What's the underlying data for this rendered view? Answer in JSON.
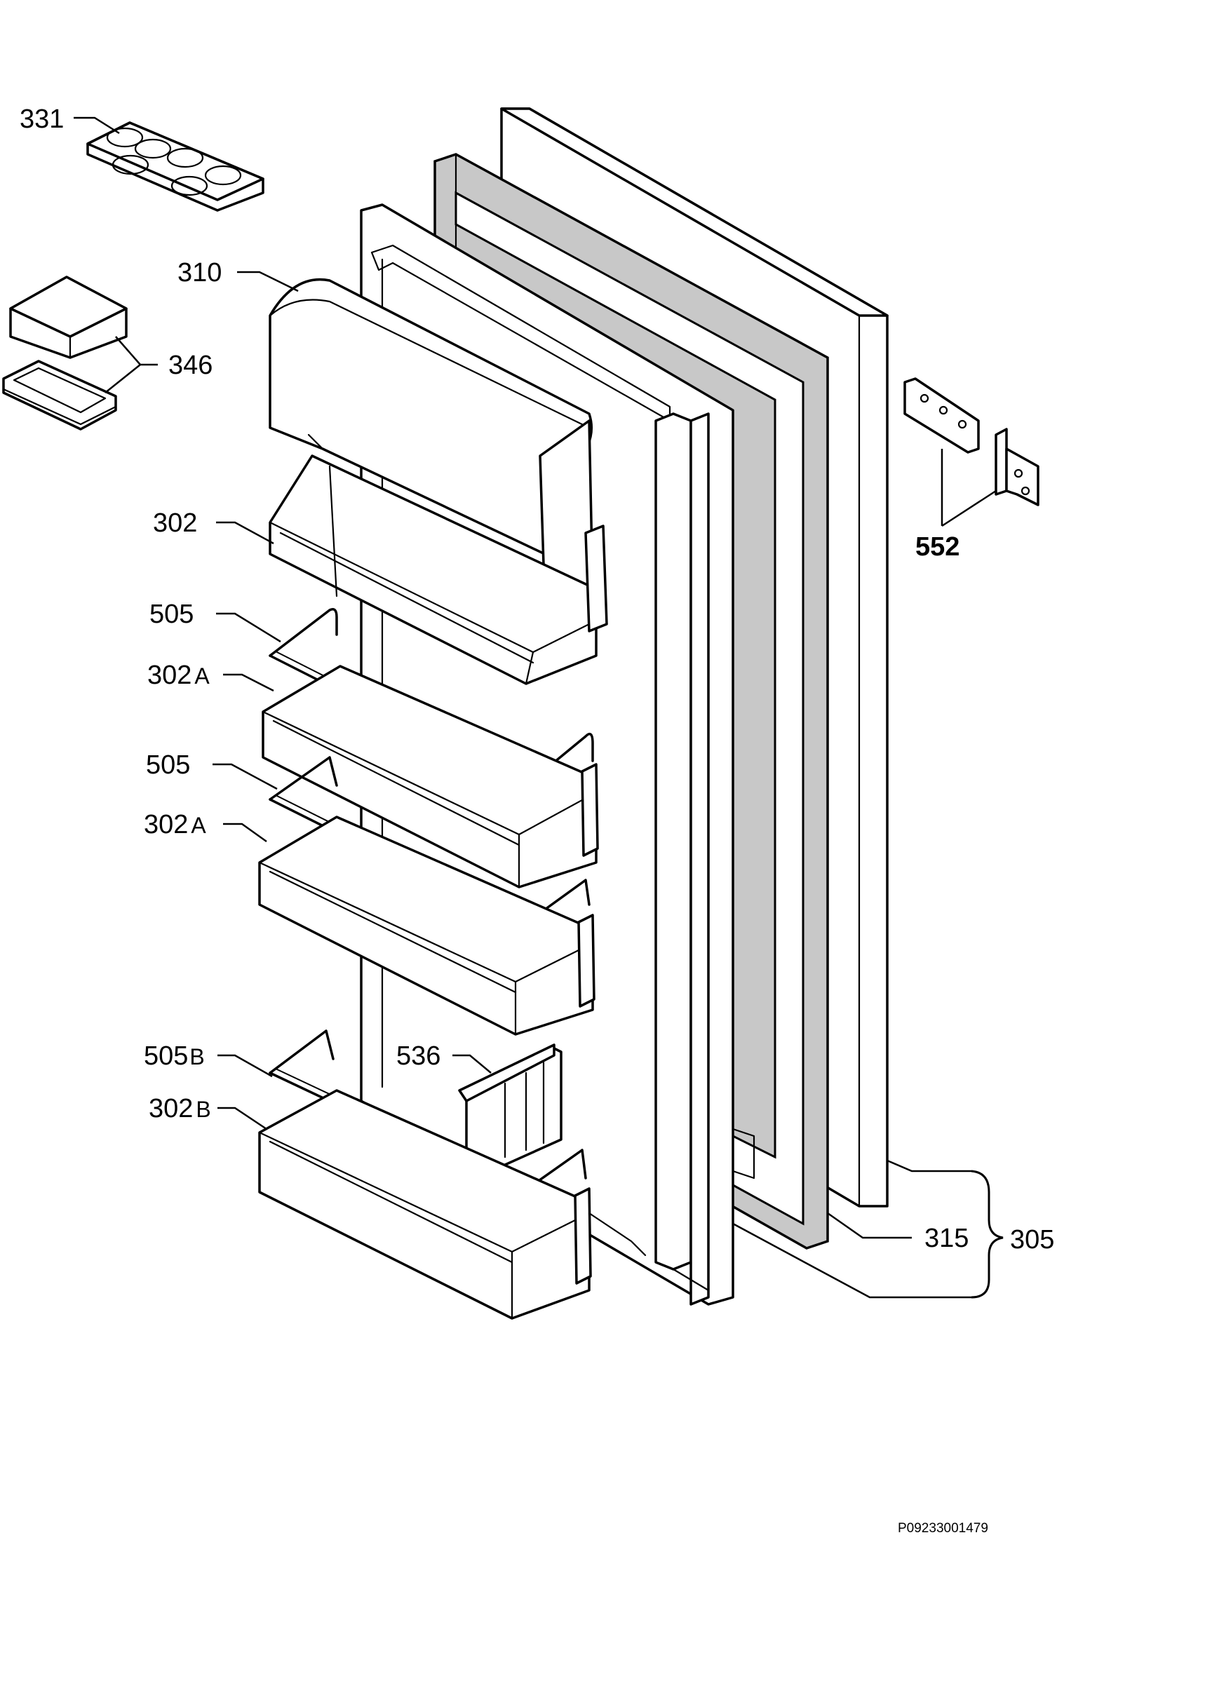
{
  "labels": {
    "l331": "331",
    "l310": "310",
    "l346": "346",
    "l302": "302",
    "l505a": "505",
    "l302a1": "302",
    "l302a1_suffix": "A",
    "l505b": "505",
    "l302a2": "302",
    "l302a2_suffix": "A",
    "l505B": "505",
    "l505B_suffix": "B",
    "l536": "536",
    "l302B": "302",
    "l302B_suffix": "B",
    "l552": "552",
    "l315": "315",
    "l305": "305"
  },
  "figure_code": "P09233001479",
  "colors": {
    "line": "#000000",
    "gasket_fill": "#c8c8c8",
    "background": "#ffffff"
  }
}
